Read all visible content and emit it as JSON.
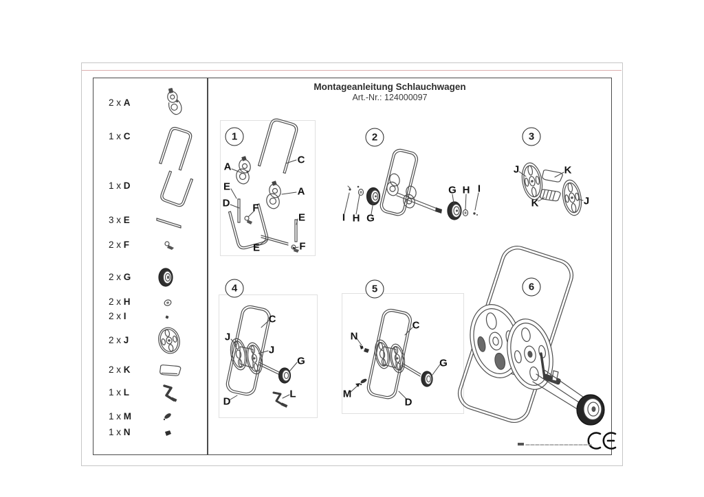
{
  "document": {
    "title": "Montageanleitung Schlauchwagen",
    "subtitle": "Art.-Nr.: 124000097",
    "ce_mark": "CE"
  },
  "parts_list": [
    {
      "qty": "2 x",
      "letter": "A"
    },
    {
      "qty": "1 x",
      "letter": "C"
    },
    {
      "qty": "1 x",
      "letter": "D"
    },
    {
      "qty": "3 x",
      "letter": "E"
    },
    {
      "qty": "2 x",
      "letter": "F"
    },
    {
      "qty": "2 x",
      "letter": "G"
    },
    {
      "qty": "2 x",
      "letter": "H"
    },
    {
      "qty": "2 x",
      "letter": "I"
    },
    {
      "qty": "2 x",
      "letter": "J"
    },
    {
      "qty": "2 x",
      "letter": "K"
    },
    {
      "qty": "1 x",
      "letter": "L"
    },
    {
      "qty": "1 x",
      "letter": "M"
    },
    {
      "qty": "1 x",
      "letter": "N"
    }
  ],
  "steps": [
    {
      "number": "1",
      "callouts": [
        "A",
        "C",
        "E",
        "D",
        "F",
        "A",
        "E",
        "E",
        "F"
      ]
    },
    {
      "number": "2",
      "callouts": [
        "I",
        "H",
        "G",
        "G",
        "H",
        "I"
      ]
    },
    {
      "number": "3",
      "callouts": [
        "J",
        "K",
        "K",
        "J"
      ]
    },
    {
      "number": "4",
      "callouts": [
        "C",
        "J",
        "J",
        "G",
        "D",
        "L"
      ]
    },
    {
      "number": "5",
      "callouts": [
        "N",
        "C",
        "G",
        "M",
        "D"
      ]
    },
    {
      "number": "6",
      "callouts": []
    }
  ]
}
